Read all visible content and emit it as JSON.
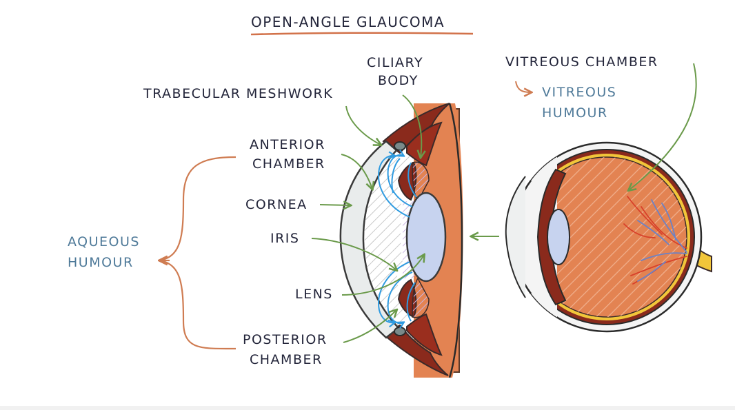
{
  "title": "OPEN-ANGLE GLAUCOMA",
  "labels": {
    "trabecular_meshwork": "TRABECULAR MESHWORK",
    "ciliary_body_line1": "CILIARY",
    "ciliary_body_line2": "BODY",
    "anterior_chamber_line1": "ANTERIOR",
    "anterior_chamber_line2": "CHAMBER",
    "cornea": "CORNEA",
    "iris": "IRIS",
    "lens": "LENS",
    "posterior_chamber_line1": "POSTERIOR",
    "posterior_chamber_line2": "CHAMBER",
    "aqueous_humour_line1": "AQUEOUS",
    "aqueous_humour_line2": "HUMOUR",
    "vitreous_chamber": "VITREOUS CHAMBER",
    "vitreous_humour_line1": "VITREOUS",
    "vitreous_humour_line2": "HUMOUR"
  },
  "colors": {
    "text": "#23253a",
    "blue_text": "#4f7a99",
    "title_underline": "#d2724a",
    "bracket": "#cf7c52",
    "pointer_arrow": "#6a9a4a",
    "vitreous_orange": "#e38352",
    "sclera_dark": "#8a2a1c",
    "lens_blue": "#c7d3ef",
    "aqueous_flow": "#2f9be0"
  }
}
